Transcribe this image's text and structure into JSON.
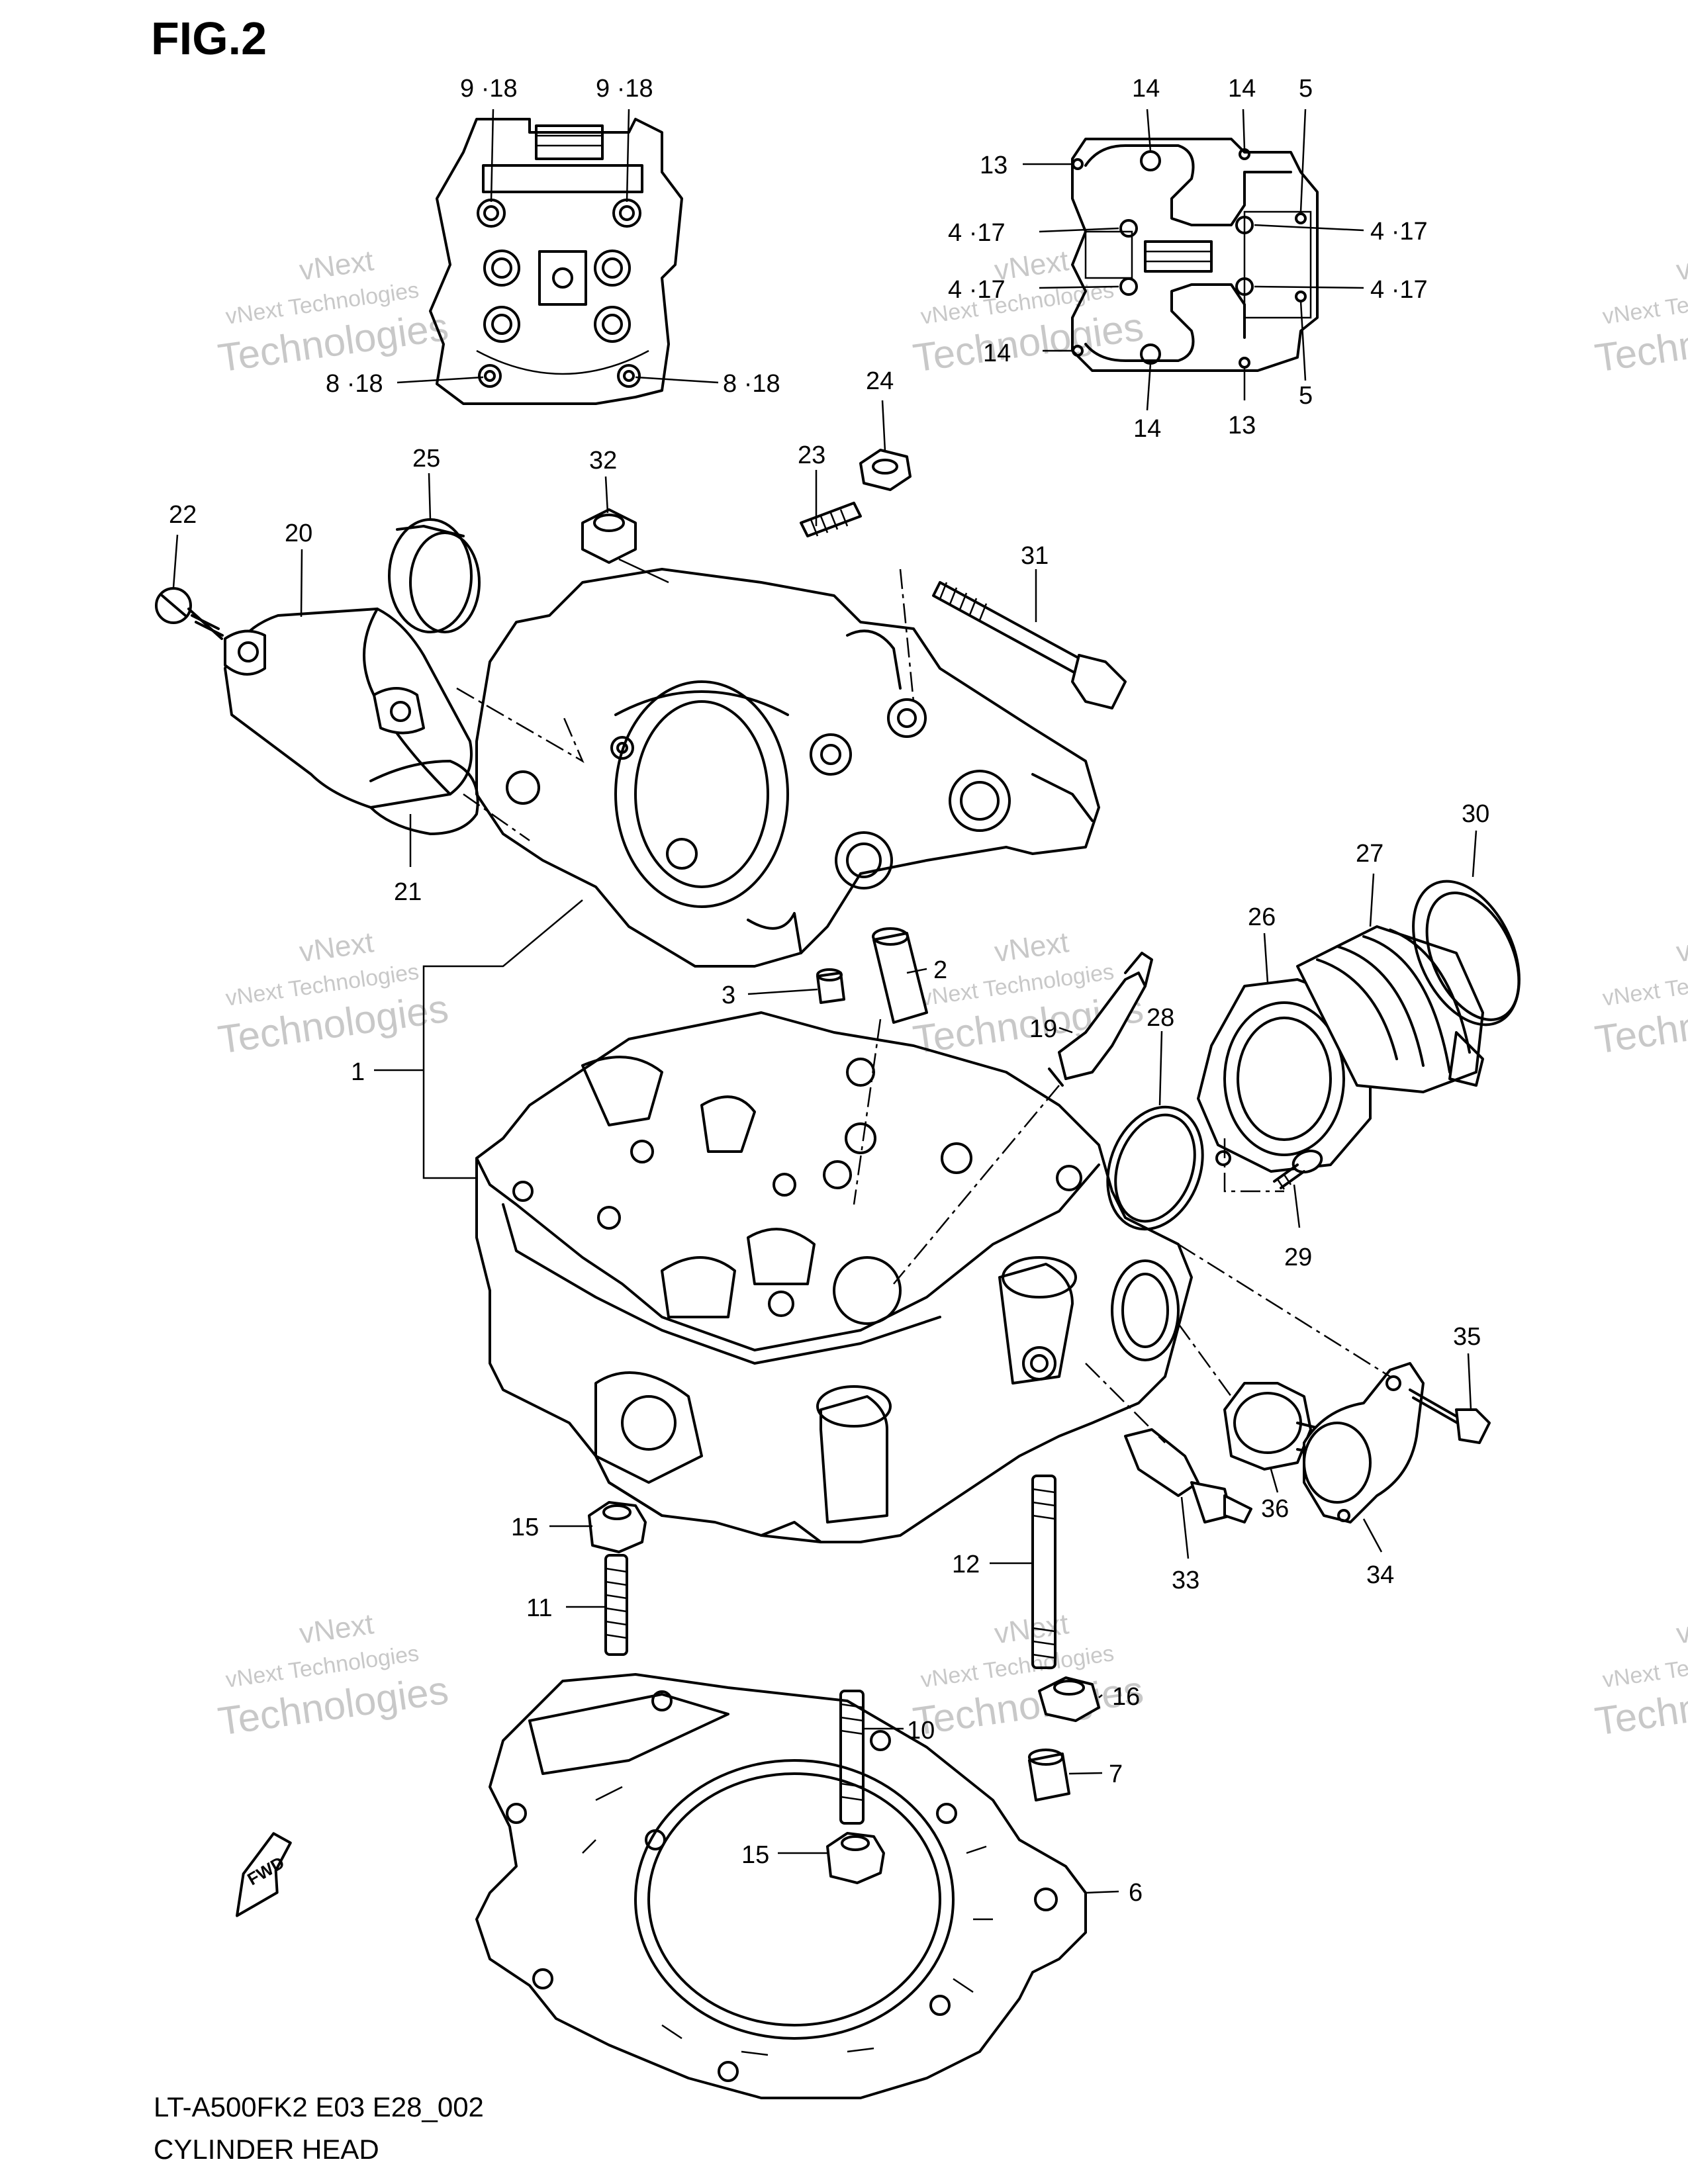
{
  "figure": {
    "title": "FIG.2",
    "model_code": "LT-A500FK2 E03 E28_002",
    "caption": "CYLINDER HEAD",
    "fwd_label": "FWD"
  },
  "watermark": {
    "line1": "vNext Technologies",
    "line2": "Technologies",
    "line3": "vNext"
  },
  "callouts": [
    {
      "id": "c1",
      "text": "1"
    },
    {
      "id": "c2",
      "text": "2"
    },
    {
      "id": "c3",
      "text": "3"
    },
    {
      "id": "c4a",
      "text": "4 ·17"
    },
    {
      "id": "c4b",
      "text": "4 ·17"
    },
    {
      "id": "c4c",
      "text": "4 ·17"
    },
    {
      "id": "c4d",
      "text": "4 ·17"
    },
    {
      "id": "c5a",
      "text": "5"
    },
    {
      "id": "c5b",
      "text": "5"
    },
    {
      "id": "c6",
      "text": "6"
    },
    {
      "id": "c7",
      "text": "7"
    },
    {
      "id": "c8a",
      "text": "8 ·18"
    },
    {
      "id": "c8b",
      "text": "8 ·18"
    },
    {
      "id": "c9a",
      "text": "9 ·18"
    },
    {
      "id": "c9b",
      "text": "9 ·18"
    },
    {
      "id": "c10",
      "text": "10"
    },
    {
      "id": "c11",
      "text": "11"
    },
    {
      "id": "c12",
      "text": "12"
    },
    {
      "id": "c13a",
      "text": "13"
    },
    {
      "id": "c13b",
      "text": "13"
    },
    {
      "id": "c14a",
      "text": "14"
    },
    {
      "id": "c14b",
      "text": "14"
    },
    {
      "id": "c14c",
      "text": "14"
    },
    {
      "id": "c14d",
      "text": "14"
    },
    {
      "id": "c15a",
      "text": "15"
    },
    {
      "id": "c15b",
      "text": "15"
    },
    {
      "id": "c16",
      "text": "16"
    },
    {
      "id": "c19",
      "text": "19"
    },
    {
      "id": "c20",
      "text": "20"
    },
    {
      "id": "c21",
      "text": "21"
    },
    {
      "id": "c22",
      "text": "22"
    },
    {
      "id": "c23",
      "text": "23"
    },
    {
      "id": "c24",
      "text": "24"
    },
    {
      "id": "c25",
      "text": "25"
    },
    {
      "id": "c26",
      "text": "26"
    },
    {
      "id": "c27",
      "text": "27"
    },
    {
      "id": "c28",
      "text": "28"
    },
    {
      "id": "c29",
      "text": "29"
    },
    {
      "id": "c30",
      "text": "30"
    },
    {
      "id": "c31",
      "text": "31"
    },
    {
      "id": "c32",
      "text": "32"
    },
    {
      "id": "c33",
      "text": "33"
    },
    {
      "id": "c34",
      "text": "34"
    },
    {
      "id": "c35",
      "text": "35"
    },
    {
      "id": "c36",
      "text": "36"
    }
  ]
}
